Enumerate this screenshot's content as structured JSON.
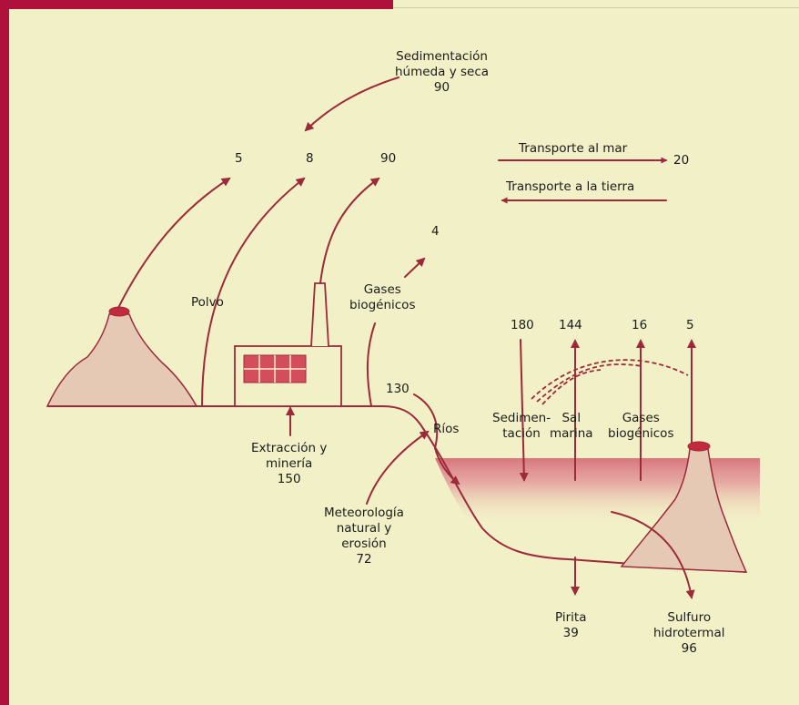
{
  "colors": {
    "frame": "#b0103c",
    "background": "#f2f0c7",
    "ink": "#9c2a3a",
    "terrain": "#e6c9b5",
    "sea": "#d6707a"
  },
  "labels": {
    "wet_dry": {
      "line1": "Sedimentación",
      "line2": "húmeda y seca",
      "value": "90"
    },
    "v5_top": "5",
    "v8_top": "8",
    "v90_top": "90",
    "transport_sea": "Transporte al mar",
    "transport_sea_value": "20",
    "transport_land": "Transporte a la tierra",
    "v4": "4",
    "gases_land": {
      "line1": "Gases",
      "line2": "biogénicos"
    },
    "dust": "Polvo",
    "v180": "180",
    "v144": "144",
    "v16": "16",
    "v5_right": "5",
    "v130": "130",
    "rivers": "Ríos",
    "sedimentation": {
      "line1": "Sedimen-",
      "line2": "tación"
    },
    "sea_salt": {
      "line1": "Sal",
      "line2": "marina"
    },
    "gases_sea": {
      "line1": "Gases",
      "line2": "biogénicos"
    },
    "mining": {
      "line1": "Extracción y",
      "line2": "minería",
      "value": "150"
    },
    "weathering": {
      "line1": "Meteorología",
      "line2": "natural y",
      "line3": "erosión",
      "value": "72"
    },
    "pyrite": {
      "line1": "Pirita",
      "value": "39"
    },
    "sulfide": {
      "line1": "Sulfuro",
      "line2": "hidrotermal",
      "value": "96"
    }
  }
}
